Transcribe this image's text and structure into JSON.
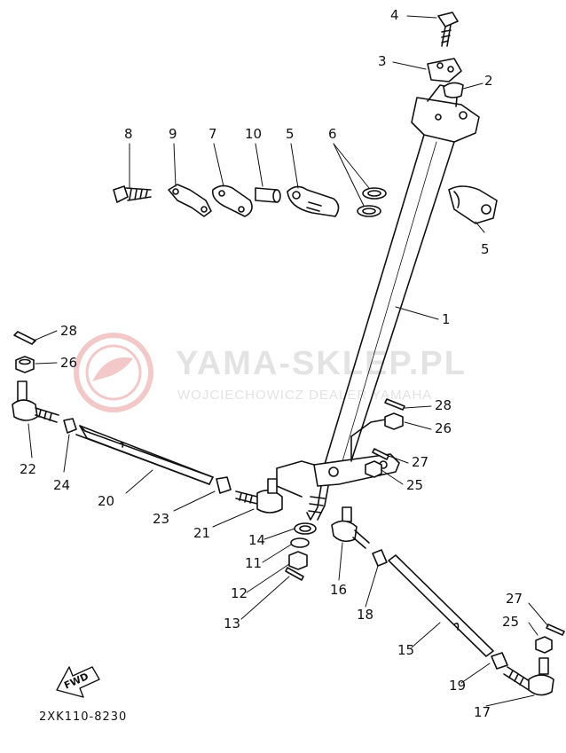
{
  "diagram": {
    "parts": {
      "p1": "1",
      "p2": "2",
      "p3": "3",
      "p4": "4",
      "p5a": "5",
      "p5b": "5",
      "p6": "6",
      "p7": "7",
      "p8": "8",
      "p9": "9",
      "p10": "10",
      "p11": "11",
      "p12": "12",
      "p13": "13",
      "p14": "14",
      "p15": "15",
      "p16": "16",
      "p17": "17",
      "p18": "18",
      "p19": "19",
      "p20": "20",
      "p21": "21",
      "p22": "22",
      "p23": "23",
      "p24": "24",
      "p25a": "25",
      "p25b": "25",
      "p26a": "26",
      "p26b": "26",
      "p27a": "27",
      "p27b": "27",
      "p28a": "28",
      "p28b": "28"
    },
    "fwd_label": "FWD",
    "drawing_code": "2XK110-8230"
  },
  "watermark": {
    "title": "YAMA-SKLEP.PL",
    "subtitle": "WOJCIECHOWICZ DEALER YAMAHA"
  }
}
